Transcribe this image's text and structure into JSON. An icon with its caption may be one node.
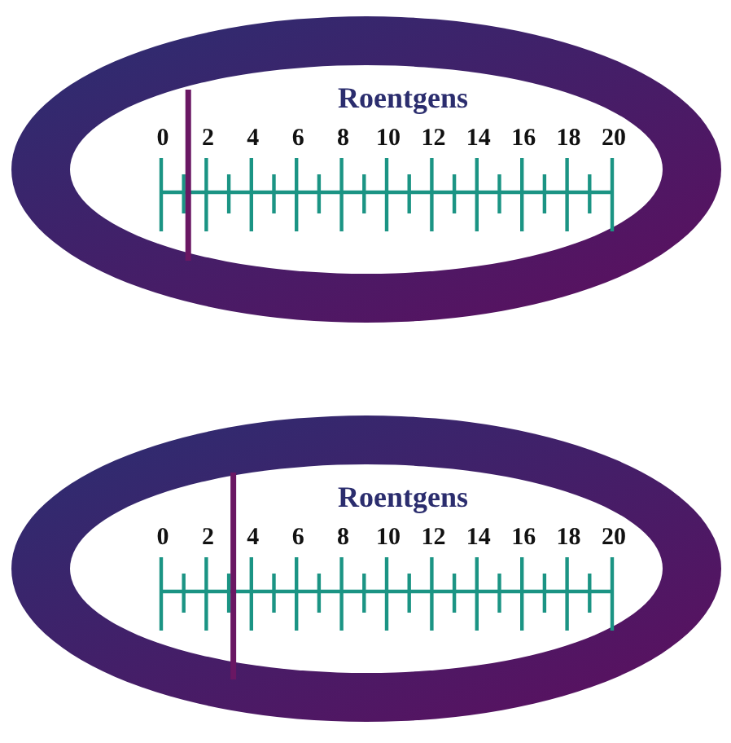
{
  "diagram": {
    "nodes": [
      {
        "text": [
          "Roentgens"
        ]
      },
      {
        "text": [
          "Roentgens"
        ]
      }
    ],
    "edges": [],
    "labels": [
      "0",
      "2",
      "4",
      "6",
      "8",
      "10",
      "12",
      "14",
      "16",
      "18",
      "20",
      "0",
      "2",
      "4",
      "6",
      "8",
      "10",
      "12",
      "14",
      "16",
      "18",
      "20"
    ]
  }
}
